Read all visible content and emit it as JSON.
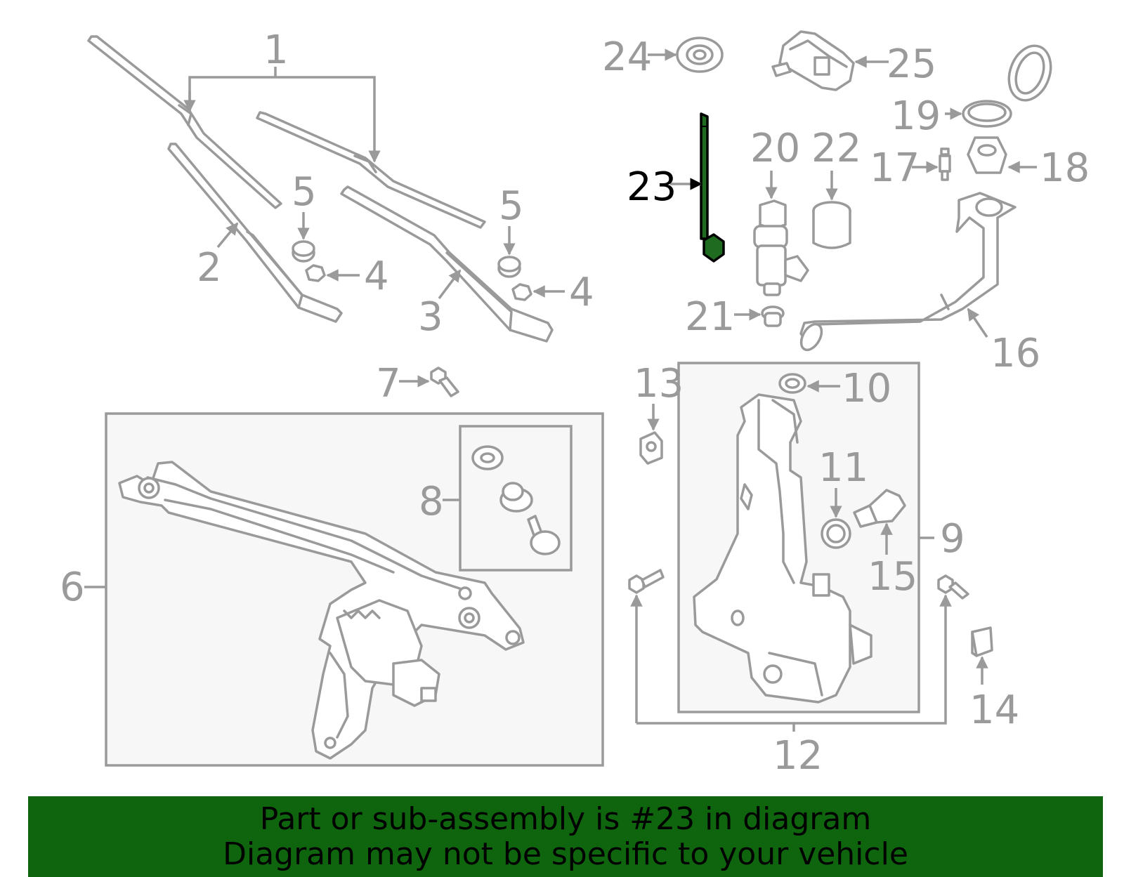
{
  "diagram": {
    "highlight_color": "#1f6b1f",
    "label_color": "#9a9a9a",
    "labels": {
      "l1": "1",
      "l2": "2",
      "l3": "3",
      "l4a": "4",
      "l4b": "4",
      "l5a": "5",
      "l5b": "5",
      "l6": "6",
      "l7": "7",
      "l8": "8",
      "l9": "9",
      "l10": "10",
      "l11": "11",
      "l12": "12",
      "l13": "13",
      "l14": "14",
      "l15": "15",
      "l16": "16",
      "l17": "17",
      "l18": "18",
      "l19": "19",
      "l20": "20",
      "l21": "21",
      "l22": "22",
      "l23": "23",
      "l24": "24",
      "l25": "25"
    }
  },
  "banner": {
    "color": "#0e650e",
    "line1": "Part or sub-assembly is #23 in diagram",
    "line2": "Diagram may not be specific to your vehicle"
  }
}
